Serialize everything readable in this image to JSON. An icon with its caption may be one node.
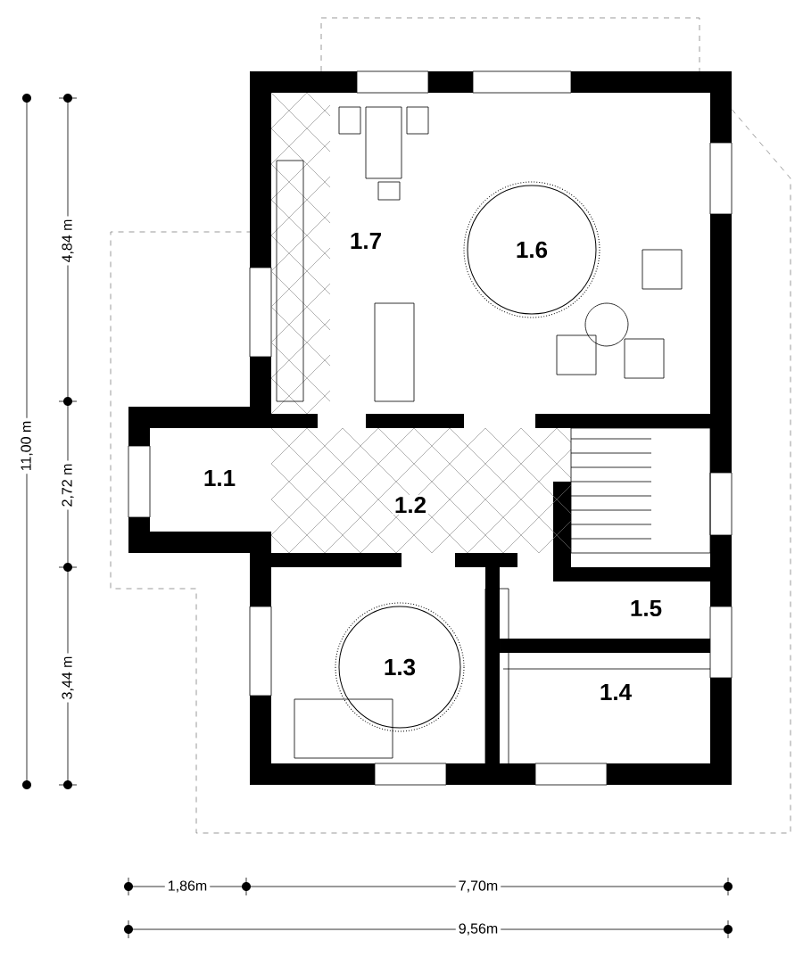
{
  "diagram": {
    "labels": [
      "4,84 m",
      "11,00 m",
      "2,72 m",
      "3,44 m",
      "1.7",
      "1.6",
      "1.1",
      "1.2",
      "1.5",
      "1.3",
      "1.4",
      "1,86m",
      "7,70m",
      "9,56m"
    ]
  }
}
